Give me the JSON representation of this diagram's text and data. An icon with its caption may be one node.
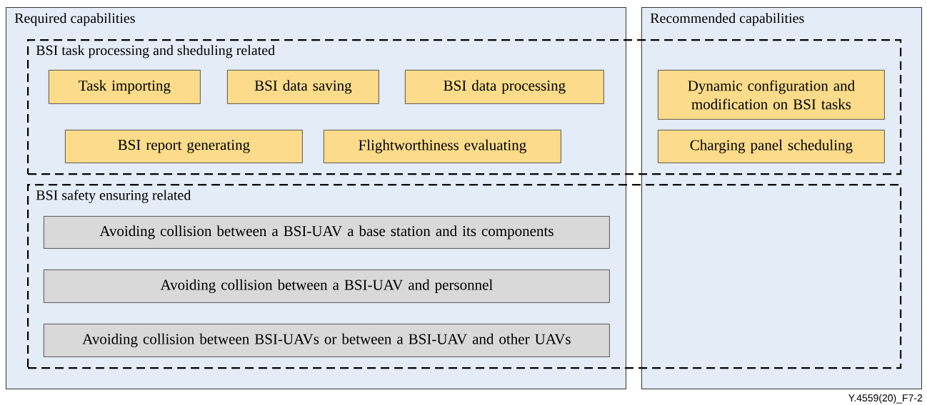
{
  "diagram": {
    "nodes": [
      {
        "text": [
          "Required capabilities"
        ]
      },
      {
        "text": [
          "Recommended capabilities"
        ]
      },
      {
        "text": [
          "BSI task processing and sheduling related"
        ]
      },
      {
        "text": [
          "Task importing"
        ]
      },
      {
        "text": [
          "BSI data saving"
        ]
      },
      {
        "text": [
          "BSI data processing"
        ]
      },
      {
        "text": [
          "Dynamic configuration and modification on BSI tasks"
        ]
      },
      {
        "text": [
          "BSI report generating"
        ]
      },
      {
        "text": [
          "Flightworthiness evaluating"
        ]
      },
      {
        "text": [
          "Charging panel scheduling"
        ]
      },
      {
        "text": [
          "BSI safety ensuring related"
        ]
      },
      {
        "text": [
          "Avoiding collision between a BSI-UAV a base station and its components"
        ]
      },
      {
        "text": [
          "Avoiding collision between a BSI-UAV and personnel"
        ]
      },
      {
        "text": [
          "Avoiding collision between BSI-UAVs or between a BSI-UAV and other UAVs"
        ]
      }
    ],
    "labels": [
      "Y.4559(20)_F7-2"
    ]
  }
}
